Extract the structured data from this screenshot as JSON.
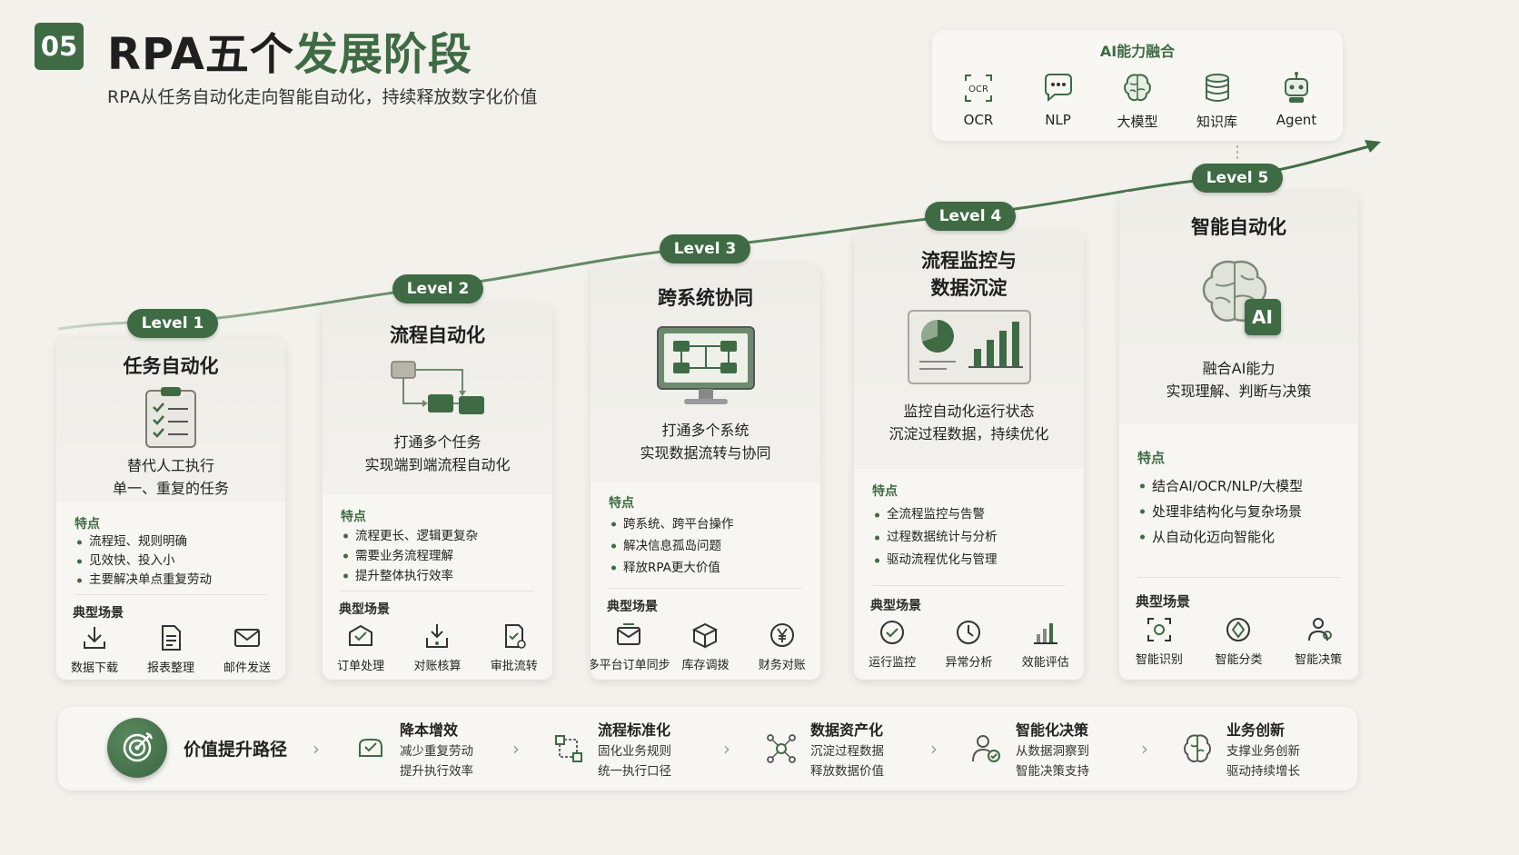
{
  "header": {
    "section_number": "05",
    "title_part1": "RPA五个",
    "title_part2": "发展阶段",
    "subtitle": "RPA从任务自动化走向智能自动化，持续释放数字化价值"
  },
  "ai_fusion": {
    "title": "AI能力融合",
    "items": [
      {
        "label": "OCR",
        "icon": "ocr-icon"
      },
      {
        "label": "NLP",
        "icon": "chat-bubble-icon"
      },
      {
        "label": "大模型",
        "icon": "brain-icon"
      },
      {
        "label": "知识库",
        "icon": "database-icon"
      },
      {
        "label": "Agent",
        "icon": "robot-icon"
      }
    ]
  },
  "levels": [
    {
      "pill": "Level 1",
      "title": "任务自动化",
      "icon": "clipboard-checklist-icon",
      "desc": [
        "替代人工执行",
        "单一、重复的任务"
      ],
      "features_label": "特点",
      "features": [
        "流程短、规则明确",
        "见效快、投入小",
        "主要解决单点重复劳动"
      ],
      "scenes_label": "典型场景",
      "scenes": [
        {
          "label": "数据下载",
          "icon": "download-icon"
        },
        {
          "label": "报表整理",
          "icon": "report-icon"
        },
        {
          "label": "邮件发送",
          "icon": "mail-icon"
        }
      ]
    },
    {
      "pill": "Level 2",
      "title": "流程自动化",
      "icon": "flow-blocks-icon",
      "desc": [
        "打通多个任务",
        "实现端到端流程自动化"
      ],
      "features_label": "特点",
      "features": [
        "流程更长、逻辑更复杂",
        "需要业务流程理解",
        "提升整体执行效率"
      ],
      "scenes_label": "典型场景",
      "scenes": [
        {
          "label": "订单处理",
          "icon": "order-box-icon"
        },
        {
          "label": "对账核算",
          "icon": "reconcile-icon"
        },
        {
          "label": "审批流转",
          "icon": "approval-icon"
        }
      ]
    },
    {
      "pill": "Level 3",
      "title": "跨系统协同",
      "icon": "monitor-network-icon",
      "desc": [
        "打通多个系统",
        "实现数据流转与协同"
      ],
      "features_label": "特点",
      "features": [
        "跨系统、跨平台操作",
        "解决信息孤岛问题",
        "释放RPA更大价值"
      ],
      "scenes_label": "典型场景",
      "scenes": [
        {
          "label": "多平台订单同步",
          "icon": "order-sync-icon"
        },
        {
          "label": "库存调拨",
          "icon": "inventory-box-icon"
        },
        {
          "label": "财务对账",
          "icon": "yen-icon"
        }
      ]
    },
    {
      "pill": "Level 4",
      "title": "流程监控与\n数据沉淀",
      "icon": "dashboard-chart-icon",
      "desc": [
        "监控自动化运行状态",
        "沉淀过程数据，持续优化"
      ],
      "features_label": "特点",
      "features": [
        "全流程监控与告警",
        "过程数据统计与分析",
        "驱动流程优化与管理"
      ],
      "scenes_label": "典型场景",
      "scenes": [
        {
          "label": "运行监控",
          "icon": "check-circle-icon"
        },
        {
          "label": "异常分析",
          "icon": "clock-icon"
        },
        {
          "label": "效能评估",
          "icon": "bar-chart-icon"
        }
      ]
    },
    {
      "pill": "Level 5",
      "title": "智能自动化",
      "icon": "ai-brain-icon",
      "icon_badge": "AI",
      "desc": [
        "融合AI能力",
        "实现理解、判断与决策"
      ],
      "features_label": "特点",
      "features": [
        "结合AI/OCR/NLP/大模型",
        "处理非结构化与复杂场景",
        "从自动化迈向智能化"
      ],
      "scenes_label": "典型场景",
      "scenes": [
        {
          "label": "智能识别",
          "icon": "scan-icon"
        },
        {
          "label": "智能分类",
          "icon": "tag-icon"
        },
        {
          "label": "智能决策",
          "icon": "people-icon"
        }
      ]
    }
  ],
  "value_path": {
    "title": "价值提升路径",
    "steps": [
      {
        "title": "降本增效",
        "lines": [
          "减少重复劳动",
          "提升执行效率"
        ],
        "icon": "piggy-icon"
      },
      {
        "title": "流程标准化",
        "lines": [
          "固化业务规则",
          "统一执行口径"
        ],
        "icon": "workflow-icon"
      },
      {
        "title": "数据资产化",
        "lines": [
          "沉淀过程数据",
          "释放数据价值"
        ],
        "icon": "data-asset-icon"
      },
      {
        "title": "智能化决策",
        "lines": [
          "从数据洞察到",
          "智能决策支持"
        ],
        "icon": "user-insight-icon"
      },
      {
        "title": "业务创新",
        "lines": [
          "支撑业务创新",
          "驱动持续增长"
        ],
        "icon": "innovation-brain-icon"
      }
    ]
  },
  "colors": {
    "accent": "#3e6b43",
    "background": "#f3f1ec",
    "card": "#f7f6f2"
  }
}
